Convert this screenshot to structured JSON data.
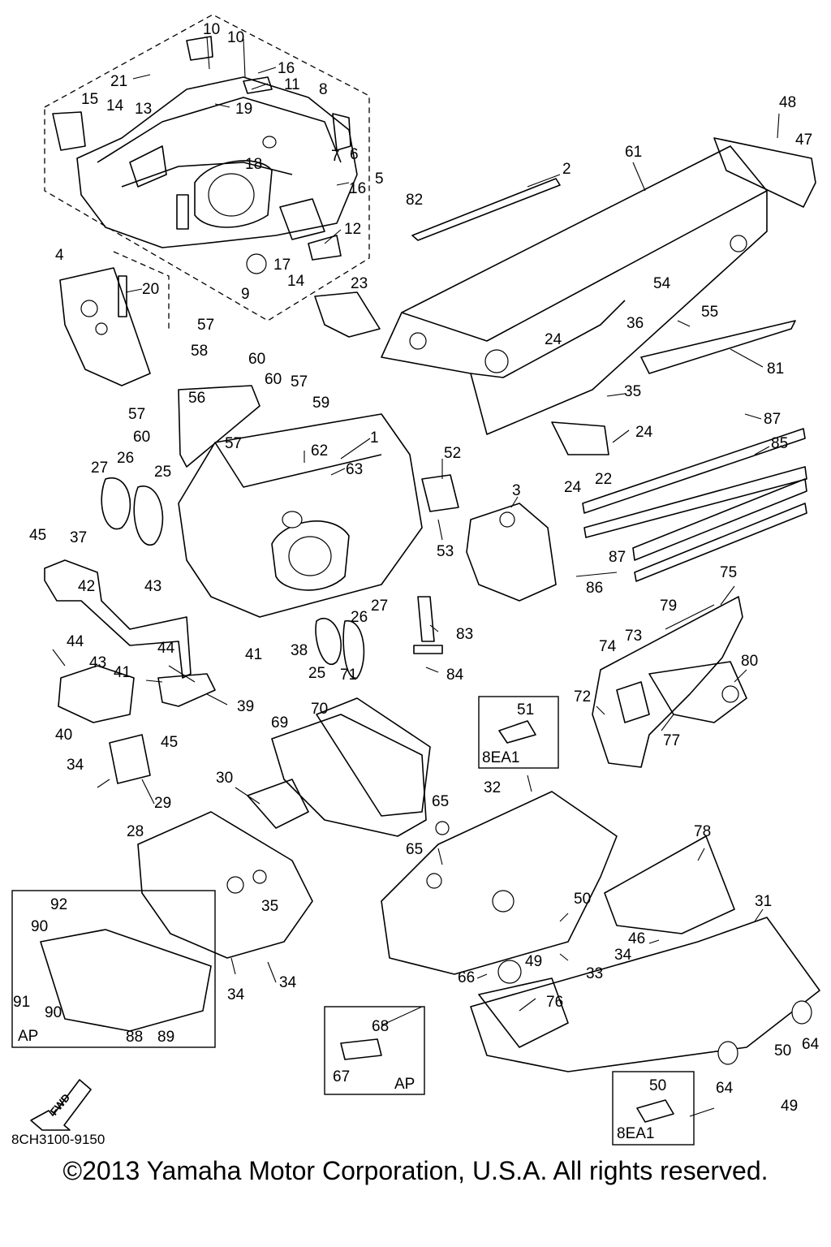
{
  "diagram": {
    "drawing_code": "8CH3100-9150",
    "copyright": "©2013 Yamaha Motor Corporation, U.S.A. All rights reserved.",
    "fwd_label": "FWD",
    "boxes": {
      "ap_left": "AP",
      "ap_bottom": "AP",
      "box_8ea1_top": "8EA1",
      "box_8ea1_bottom": "8EA1"
    },
    "callouts": [
      {
        "id": "c10a",
        "text": "10"
      },
      {
        "id": "c10b",
        "text": "10"
      },
      {
        "id": "c16a",
        "text": "16"
      },
      {
        "id": "c21",
        "text": "21"
      },
      {
        "id": "c11",
        "text": "11"
      },
      {
        "id": "c8",
        "text": "8"
      },
      {
        "id": "c15",
        "text": "15"
      },
      {
        "id": "c14a",
        "text": "14"
      },
      {
        "id": "c13",
        "text": "13"
      },
      {
        "id": "c19",
        "text": "19"
      },
      {
        "id": "c18",
        "text": "18"
      },
      {
        "id": "c7",
        "text": "7"
      },
      {
        "id": "c6",
        "text": "6"
      },
      {
        "id": "c16b",
        "text": "16"
      },
      {
        "id": "c5",
        "text": "5"
      },
      {
        "id": "c12",
        "text": "12"
      },
      {
        "id": "c17",
        "text": "17"
      },
      {
        "id": "c9",
        "text": "9"
      },
      {
        "id": "c14b",
        "text": "14"
      },
      {
        "id": "c4",
        "text": "4"
      },
      {
        "id": "c20",
        "text": "20"
      },
      {
        "id": "c23",
        "text": "23"
      },
      {
        "id": "c48",
        "text": "48"
      },
      {
        "id": "c47",
        "text": "47"
      },
      {
        "id": "c61",
        "text": "61"
      },
      {
        "id": "c2",
        "text": "2"
      },
      {
        "id": "c82",
        "text": "82"
      },
      {
        "id": "c54",
        "text": "54"
      },
      {
        "id": "c55",
        "text": "55"
      },
      {
        "id": "c24a",
        "text": "24"
      },
      {
        "id": "c36",
        "text": "36"
      },
      {
        "id": "c81",
        "text": "81"
      },
      {
        "id": "c35a",
        "text": "35"
      },
      {
        "id": "c87a",
        "text": "87"
      },
      {
        "id": "c85",
        "text": "85"
      },
      {
        "id": "c24b",
        "text": "24"
      },
      {
        "id": "c24c",
        "text": "24"
      },
      {
        "id": "c22",
        "text": "22"
      },
      {
        "id": "c87b",
        "text": "87"
      },
      {
        "id": "c86",
        "text": "86"
      },
      {
        "id": "c57a",
        "text": "57"
      },
      {
        "id": "c58",
        "text": "58"
      },
      {
        "id": "c60a",
        "text": "60"
      },
      {
        "id": "c60b",
        "text": "60"
      },
      {
        "id": "c57b",
        "text": "57"
      },
      {
        "id": "c59",
        "text": "59"
      },
      {
        "id": "c56",
        "text": "56"
      },
      {
        "id": "c57c",
        "text": "57"
      },
      {
        "id": "c60c",
        "text": "60"
      },
      {
        "id": "c57d",
        "text": "57"
      },
      {
        "id": "c62",
        "text": "62"
      },
      {
        "id": "c63",
        "text": "63"
      },
      {
        "id": "c1",
        "text": "1"
      },
      {
        "id": "c27a",
        "text": "27"
      },
      {
        "id": "c26a",
        "text": "26"
      },
      {
        "id": "c25a",
        "text": "25"
      },
      {
        "id": "c52",
        "text": "52"
      },
      {
        "id": "c3",
        "text": "3"
      },
      {
        "id": "c53",
        "text": "53"
      },
      {
        "id": "c45a",
        "text": "45"
      },
      {
        "id": "c37",
        "text": "37"
      },
      {
        "id": "c42",
        "text": "42"
      },
      {
        "id": "c43a",
        "text": "43"
      },
      {
        "id": "c26b",
        "text": "26"
      },
      {
        "id": "c27b",
        "text": "27"
      },
      {
        "id": "c38",
        "text": "38"
      },
      {
        "id": "c25b",
        "text": "25"
      },
      {
        "id": "c83",
        "text": "83"
      },
      {
        "id": "c84",
        "text": "84"
      },
      {
        "id": "c75",
        "text": "75"
      },
      {
        "id": "c79",
        "text": "79"
      },
      {
        "id": "c73",
        "text": "73"
      },
      {
        "id": "c74",
        "text": "74"
      },
      {
        "id": "c80",
        "text": "80"
      },
      {
        "id": "c72",
        "text": "72"
      },
      {
        "id": "c77",
        "text": "77"
      },
      {
        "id": "c44a",
        "text": "44"
      },
      {
        "id": "c44b",
        "text": "44"
      },
      {
        "id": "c43b",
        "text": "43"
      },
      {
        "id": "c41a",
        "text": "41"
      },
      {
        "id": "c41b",
        "text": "41"
      },
      {
        "id": "c39",
        "text": "39"
      },
      {
        "id": "c40",
        "text": "40"
      },
      {
        "id": "c45b",
        "text": "45"
      },
      {
        "id": "c71",
        "text": "71"
      },
      {
        "id": "c70",
        "text": "70"
      },
      {
        "id": "c69",
        "text": "69"
      },
      {
        "id": "c51",
        "text": "51"
      },
      {
        "id": "c34a",
        "text": "34"
      },
      {
        "id": "c29",
        "text": "29"
      },
      {
        "id": "c30",
        "text": "30"
      },
      {
        "id": "c32",
        "text": "32"
      },
      {
        "id": "c65a",
        "text": "65"
      },
      {
        "id": "c28",
        "text": "28"
      },
      {
        "id": "c65b",
        "text": "65"
      },
      {
        "id": "c78",
        "text": "78"
      },
      {
        "id": "c92",
        "text": "92"
      },
      {
        "id": "c90a",
        "text": "90"
      },
      {
        "id": "c35b",
        "text": "35"
      },
      {
        "id": "c50a",
        "text": "50"
      },
      {
        "id": "c31",
        "text": "31"
      },
      {
        "id": "c46",
        "text": "46"
      },
      {
        "id": "c34b",
        "text": "34"
      },
      {
        "id": "c49a",
        "text": "49"
      },
      {
        "id": "c66",
        "text": "66"
      },
      {
        "id": "c33",
        "text": "33"
      },
      {
        "id": "c91",
        "text": "91"
      },
      {
        "id": "c90b",
        "text": "90"
      },
      {
        "id": "c34c",
        "text": "34"
      },
      {
        "id": "c34d",
        "text": "34"
      },
      {
        "id": "c76",
        "text": "76"
      },
      {
        "id": "c68",
        "text": "68"
      },
      {
        "id": "c64a",
        "text": "64"
      },
      {
        "id": "c88",
        "text": "88"
      },
      {
        "id": "c89",
        "text": "89"
      },
      {
        "id": "c50b",
        "text": "50"
      },
      {
        "id": "c67",
        "text": "67"
      },
      {
        "id": "c64b",
        "text": "64"
      },
      {
        "id": "c50c",
        "text": "50"
      },
      {
        "id": "c49b",
        "text": "49"
      }
    ]
  }
}
